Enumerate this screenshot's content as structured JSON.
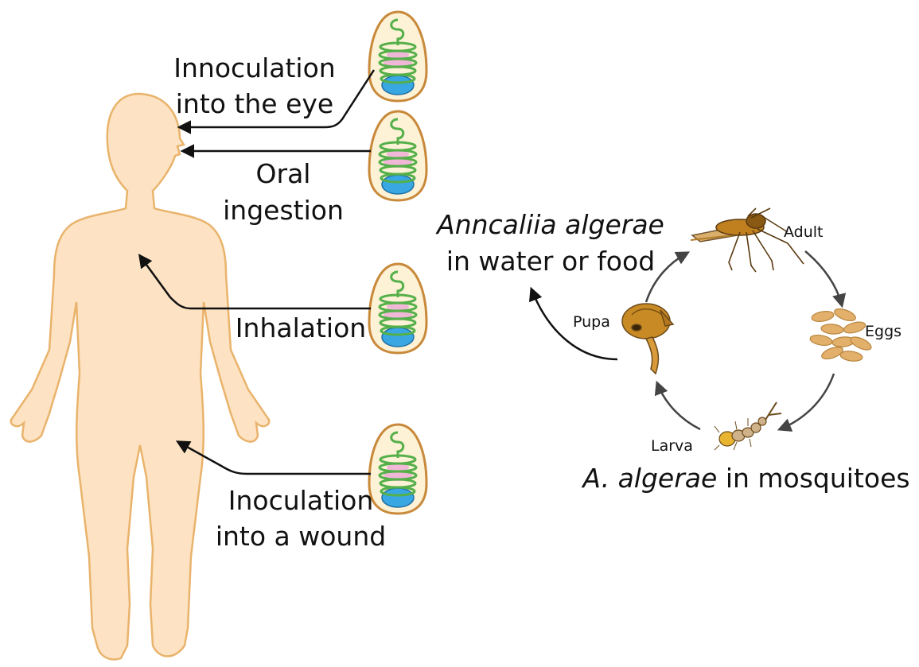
{
  "human_routes": {
    "eye_line1": "Innoculation",
    "eye_line2": "into the eye",
    "oral_line1": "Oral",
    "oral_line2": "ingestion",
    "inhalation": "Inhalation",
    "wound_line1": "Inoculation",
    "wound_line2": "into a wound"
  },
  "environment": {
    "species_italic": "Anncaliia algerae",
    "rest": "in water or food"
  },
  "life_cycle": {
    "adult": "Adult",
    "eggs": "Eggs",
    "larva": "Larva",
    "pupa": "Pupa",
    "caption_italic": "A. algerae",
    "caption_rest": " in mosquitoes"
  },
  "colors": {
    "body_fill": "#fde3c3",
    "body_stroke": "#e9b36c",
    "spore_shell": "#fdf1d6",
    "spore_outline": "#c8893a",
    "spore_green": "#7fcf6f",
    "spore_pink": "#f0b7d6",
    "spore_blue": "#38a7e2",
    "insect_brown": "#c0801f"
  }
}
